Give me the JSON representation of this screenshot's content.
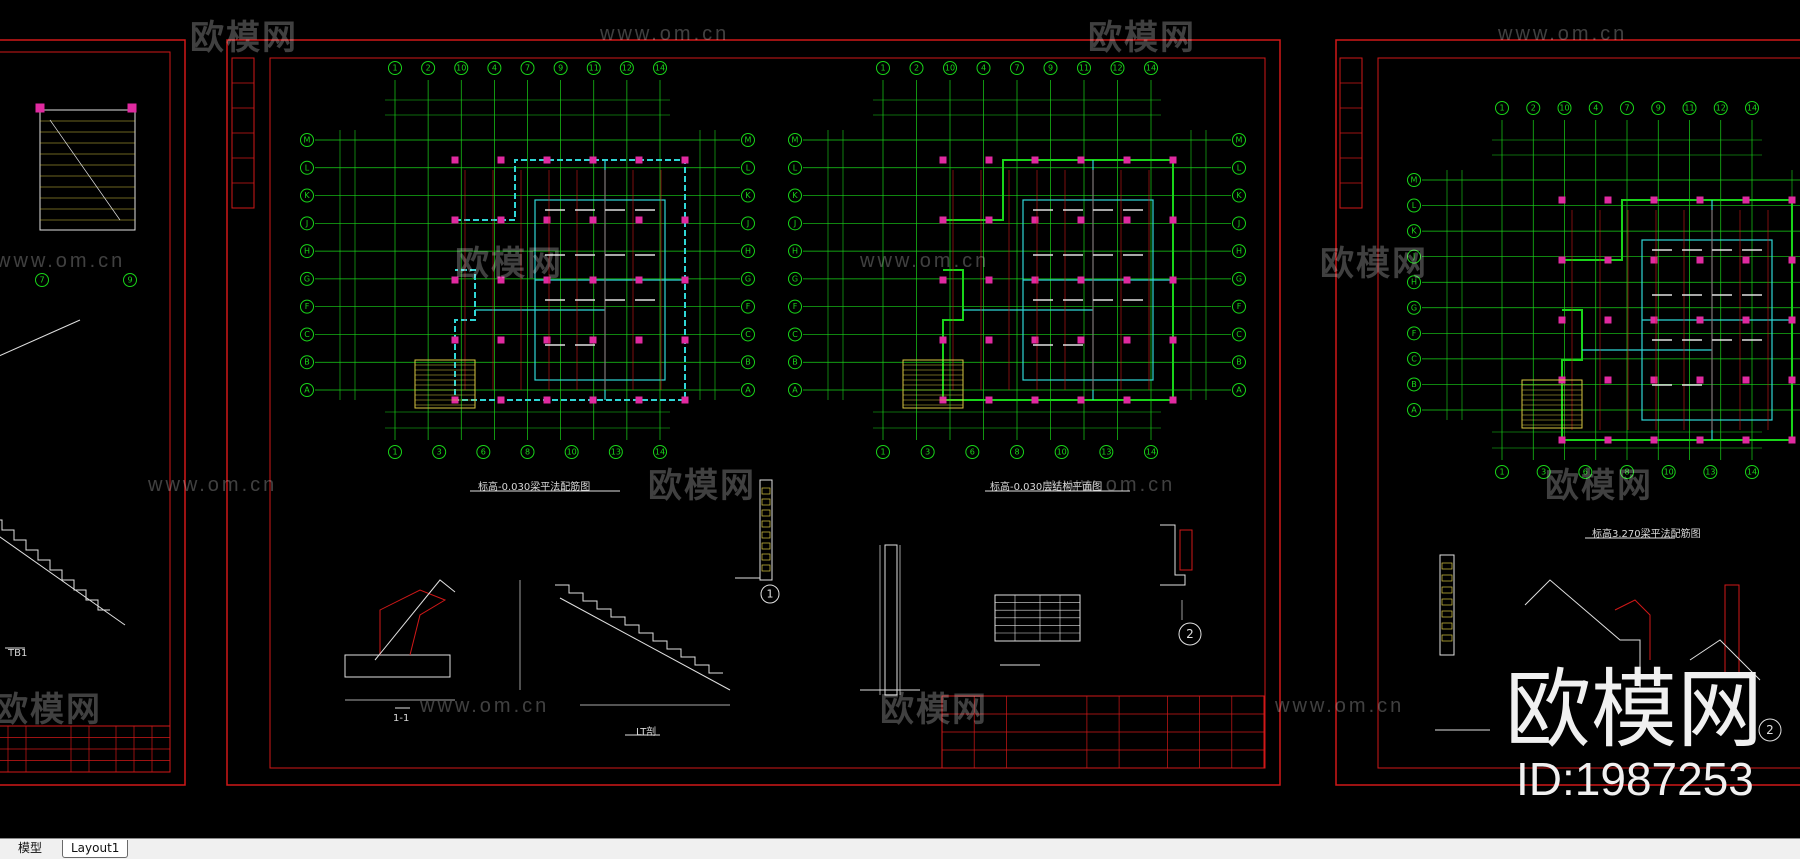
{
  "watermarks": {
    "brand_small": "欧模网",
    "url": "www.om.cn"
  },
  "branding": {
    "logo_text": "欧模网",
    "id_text": "ID:1987253"
  },
  "drawing_labels": {
    "plan1_title": "标高-0.030梁平法配筋图",
    "plan2_title": "标高-0.030层结构平面图",
    "plan3_title": "标高3.270梁平法配筋图",
    "section_1_1": "1-1",
    "stair_lt": "LT剖",
    "stair_tb": "TB1",
    "detail_1": "1",
    "detail_2": "2",
    "detail_2b": "2"
  },
  "grid_bubbles_top": [
    "1",
    "2",
    "10",
    "4",
    "7",
    "9",
    "11",
    "12",
    "14"
  ],
  "grid_bubbles_bottom": [
    "1",
    "3",
    "6",
    "8",
    "10",
    "13",
    "14"
  ],
  "grid_bubbles_side": [
    "M",
    "L",
    "K",
    "J",
    "H",
    "G",
    "F",
    "C",
    "B",
    "A"
  ],
  "tabs": [
    {
      "label": "模型",
      "active": true
    },
    {
      "label": "Layout1",
      "active": false
    }
  ],
  "colors": {
    "background": "#000000",
    "frame_red": "#d01818",
    "grid_green": "#19d419",
    "beam_cyan": "#2fd6d6",
    "wall_magenta": "#e02aa0",
    "stair_yellow": "#d8c640",
    "text_white": "#e0e0e0"
  }
}
